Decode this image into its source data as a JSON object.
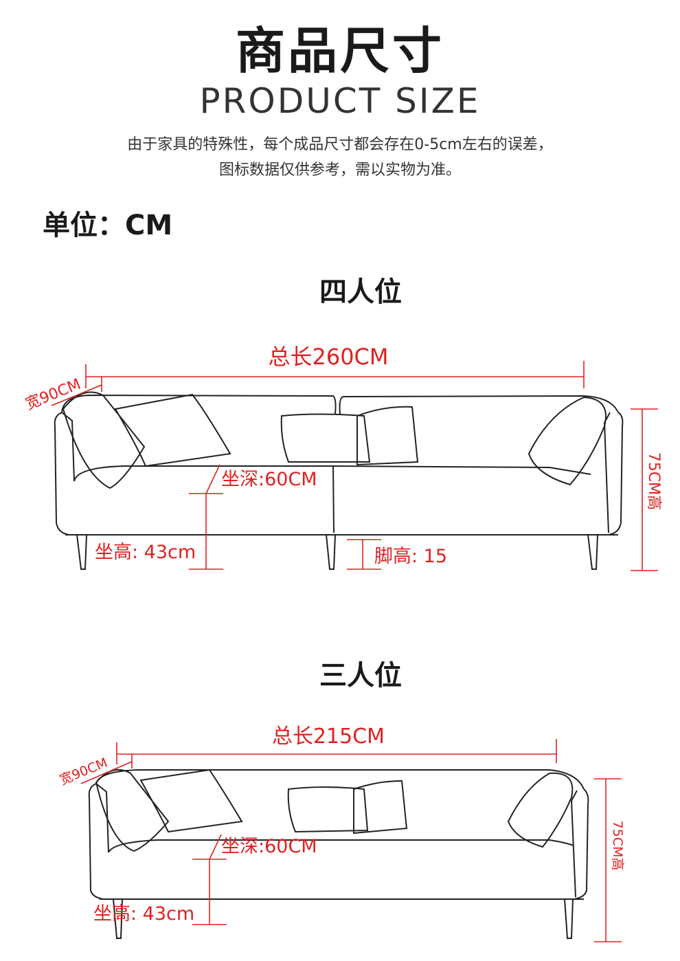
{
  "header": {
    "title": "商品尺寸",
    "subtitle": "PRODUCT SIZE",
    "note_line1": "由于家具的特殊性，每个成品尺寸都会存在0-5cm左右的误差，",
    "note_line2": "图标数据仅供参考，需以实物为准。",
    "unit": "单位：CM"
  },
  "colors": {
    "dimension": "#e02020",
    "outline": "#222222",
    "text": "#1a1a1a"
  },
  "sections": [
    {
      "title": "四人位",
      "total_length": "总长260CM",
      "width": "宽90CM",
      "seat_depth": "坐深:60CM",
      "seat_height": "坐高: 43cm",
      "leg_height": "脚高: 15",
      "height": "75CM高"
    },
    {
      "title": "三人位",
      "total_length": "总长215CM",
      "width": "宽90CM",
      "seat_depth": "坐深:60CM",
      "seat_height": "坐高: 43cm",
      "height": "75CM高"
    }
  ]
}
